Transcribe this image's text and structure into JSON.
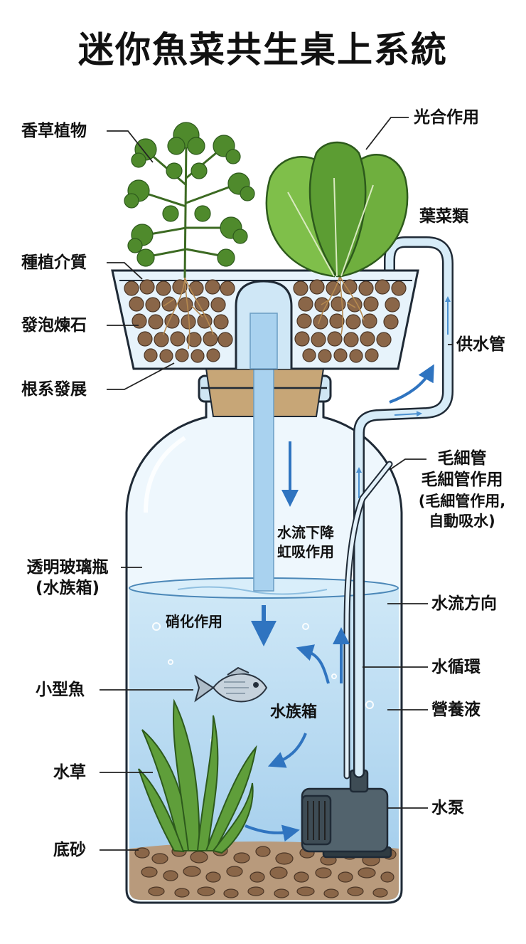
{
  "title": "迷你魚菜共生桌上系統",
  "labels": {
    "herb": "香草植物",
    "photosynthesis": "光合作用",
    "leafy": "葉菜類",
    "medium": "種植介質",
    "clay": "發泡煉石",
    "roots": "根系發展",
    "supply_pipe": "供水管",
    "capillary_1": "毛細管",
    "capillary_2": "毛細管作用",
    "capillary_3": "(毛細管作用,",
    "capillary_4": "自動吸水)",
    "jar_1": "透明玻璃瓶",
    "jar_2": "(水族箱)",
    "flow_direction": "水流方向",
    "circulation": "水循環",
    "fish": "小型魚",
    "nutrient": "營養液",
    "aquatic_plant": "水草",
    "pump": "水泵",
    "gravel": "底砂"
  },
  "inner": {
    "siphon_1": "水流下降",
    "siphon_2": "虹吸作用",
    "nitrification": "硝化作用",
    "aquarium": "水族箱"
  },
  "colors": {
    "water": "#bfe0f3",
    "glass_outline": "#1f2a36",
    "arrow": "#2f74c0",
    "leaf": "#4f9a2f",
    "pebble": "#8a6648"
  }
}
